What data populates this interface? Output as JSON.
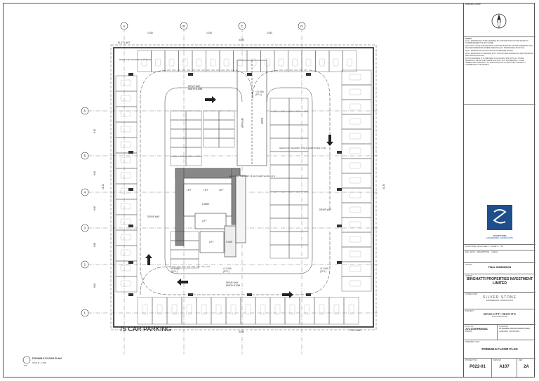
{
  "drawing": {
    "title_stamp": "PODIUM 5 FLOOR PLAN",
    "scale": "SCALE - 1:100",
    "ref": "2/A1",
    "car_count": "75 CAR PARKING",
    "plot_limit": "PLOT LIMIT",
    "grid_cols": [
      "A",
      "B",
      "C",
      "D"
    ],
    "grid_rows": [
      "6",
      "5",
      "4",
      "3",
      "2",
      "1"
    ],
    "dims_top": [
      "10.80",
      "10.80",
      "10.80"
    ],
    "overall_top": "40.55",
    "overall_bottom": "40.55",
    "dims_left": [
      "8.30",
      "8.60",
      "8.60",
      "8.60",
      "8.80"
    ],
    "overall_left": "51.30",
    "overall_right": "51.30",
    "drive_way": "DRIVE WAY",
    "width_note": "WIDTH 6.50M",
    "ramp_up": "UP RAMP",
    "ramp_label": "RAMP",
    "lift": "LIFT",
    "lobby": "LOBBY",
    "stair": "STAIR",
    "water_tank": "WATER TANK FOR DRINKING PURPOSE",
    "level": "+17.050",
    "level_ref": "(F.F.L)",
    "slope_note": "LENGTH OF THE RAMP: 15.60 M, RAMP SLOPE: 1:6 M"
  },
  "title_block": {
    "drawing_stamp": "DRAWING STAMP",
    "notes_title": "NOTES:",
    "notes": [
      "1) ALL DIMENSIONS TO BE VERIFIED BY CONTRACTOR ON SITE PRIOR TO COMMENCEMENT OF ANY WORK.",
      "2) DO NOT SCALE THIS DRAWING FOR THE PURPOSE OF MEASUREMENT ONLY FIGURE DIMENSIONS WHERE SPECIFICALLY INSTRUCTED TO DO SO.",
      "3) ALL DIMENSIONS IN MM UNLESS OTHERWISE NOTED.",
      "4) ALL DRAWINGS TO BE READ WITH STRUCTURAL DRAWINGS, MEP DRAWINGS AND SPECIFICATIONS.",
      "5) THIS DRAWING IS TO BE READ IN CONJUNCTION WITH ALL OTHER DRAWINGS, DETAIL AND SPECIFICATIONS. ANY DISCREPANCY TO BE IMMEDIATELY BROUGHT TO THE ATTENTION OF ARCHITECT PRIOR TO COMMENCING THE WORKS."
    ],
    "revision_line": "DATE ISSUE, PROPOSED: 1 - MODE 6 - 1:50",
    "rev_head": [
      "REV",
      "DATE",
      "DESCRIPTION",
      "CHECK"
    ],
    "status_label": "STATUS",
    "status": "FINAL SUBMISSION",
    "owner_label": "OWNER",
    "client": "BINGHATTI PROPERTIES INVESTMENT LIMITED",
    "consultant_label": "CONSULTANT",
    "consultant": "SILVER STONE",
    "consultant_sub": "ENGINEERING CONSULTANTS",
    "project_label": "PROJECT",
    "project": "BINGHATTI HEIGHTS",
    "project_sub": "B+G+P+8F+ROOF",
    "plot_label": "PLOT NO",
    "plot": "JVC10SHHM008A",
    "location_label": "LOCATION",
    "location": "AL BARSHA SOUTH FOURTH (JVC)",
    "drawn_label": "DRAWN",
    "checked_label": "CHECKED",
    "approved_label": "APPROVED",
    "drawing_title_label": "DRAWING TITLE",
    "drawing_title": "PODIUM-5 FLOOR PLAN",
    "project_no_label": "PROJECT NO",
    "project_no": "P022-01",
    "dwg_no_label": "DWG NO",
    "dwg_no": "A107",
    "rev_label": "REV",
    "rev": "2A",
    "logo_text": "SILVER STONE",
    "logo_sub": "ENGINEERING CONSULTANTS"
  }
}
